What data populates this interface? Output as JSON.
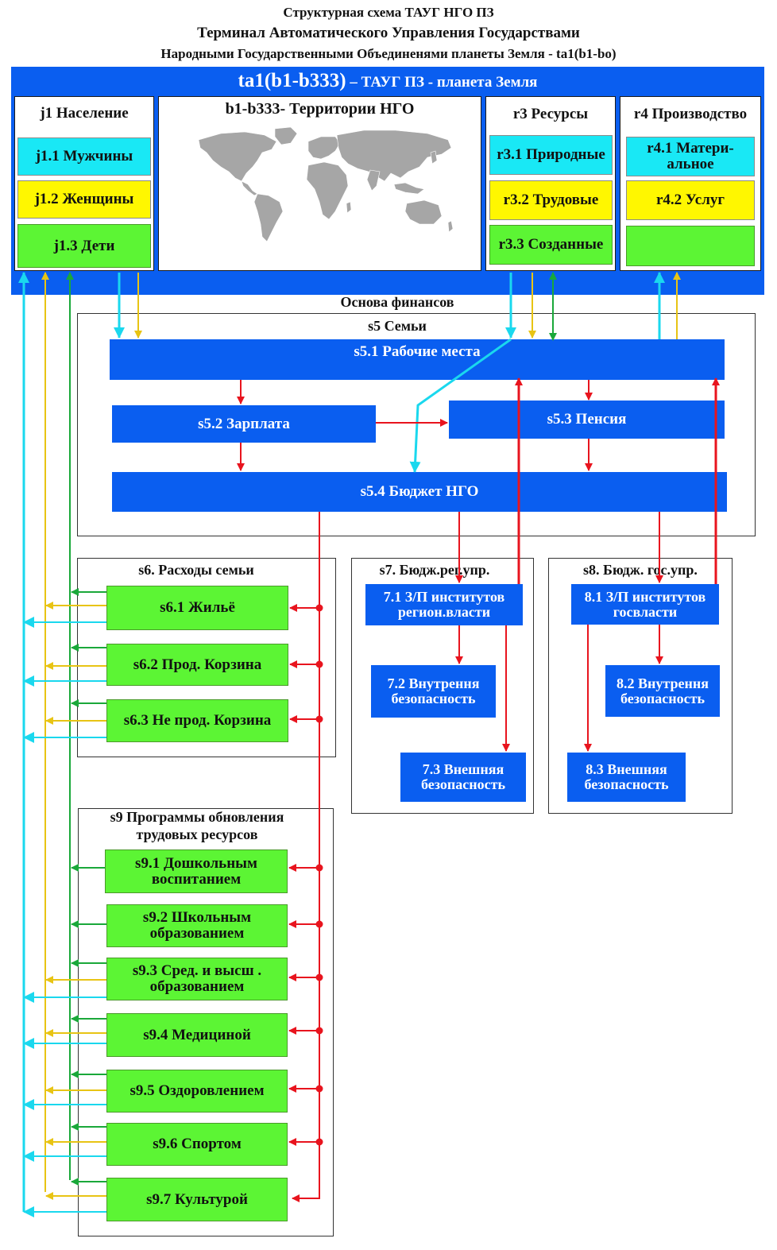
{
  "titles": {
    "line1": "Структурная схема ТАУГ НГО ПЗ",
    "line2": "Терминал  Автоматического Управления Государствами",
    "line3": "Народными Государственными Объединенями планеты Земля - ta1(b1-bo)"
  },
  "band": {
    "code": "ta1(b1-b333)",
    "label": " – ТАУГ ПЗ - планета Земля"
  },
  "population": {
    "title": "j1 Население",
    "men": "j1.1 Мужчины",
    "women": "j1.2 Женщины",
    "children": "j1.3 Дети"
  },
  "territories": {
    "title": "b1-b333- Территории НГО"
  },
  "resources": {
    "title": "r3 Ресурсы",
    "natural": "r3.1 Природные",
    "labor": "r3.2 Трудовые",
    "created": "r3.3 Созданные"
  },
  "production": {
    "title": "r4 Производство",
    "material": "r4.1 Матери-\nальное",
    "services": "r4.2 Услуг",
    "third": ""
  },
  "finance": {
    "title": "Основа финансов"
  },
  "family": {
    "title": "s5 Семьи",
    "workplaces": "s5.1 Рабочие места",
    "salary": "s5.2 Зарплата",
    "pension": "s5.3 Пенсия",
    "budget": "s5.4 Бюджет НГО"
  },
  "expenses": {
    "title": "s6. Расходы семьи",
    "items": [
      "s6.1 Жильё",
      "s6.2 Прод. Корзина",
      "s6.3 Не прод. Корзина"
    ]
  },
  "regional": {
    "title": "s7. Бюдж.рег.упр.",
    "salary": "7.1 З/П институтов\n регион.власти",
    "internal": "7.2 Внутрення\nбезопасность",
    "external": "7.3 Внешняя\nбезопасность"
  },
  "state": {
    "title": "s8. Бюдж. гос.упр.",
    "salary": "8.1 З/П институтов\n госвласти",
    "internal": "8.2 Внутрення\nбезопасность",
    "external": "8.3 Внешняя\nбезопасность"
  },
  "programs": {
    "title": "s9 Программы обновления\nтрудовых ресурсов",
    "items": [
      "s9.1 Дошкольным\n     воспитанием",
      "s9.2 Школьным\n     образованием",
      "s9.3 Сред. и высш .\n   образованием",
      "s9.4 Медициной",
      "s9.5 Оздоровлением",
      "s9.6 Спортом",
      "s9.7 Культурой"
    ]
  },
  "colors": {
    "band_blue": "#0a5ef0",
    "cyan": "#19e8f5",
    "yellow": "#fff700",
    "green": "#5cf534",
    "red_arrow": "#e8141e",
    "cyan_arrow": "#1ad8ee",
    "yellow_arrow": "#e8c414",
    "green_arrow": "#1aa83a"
  }
}
